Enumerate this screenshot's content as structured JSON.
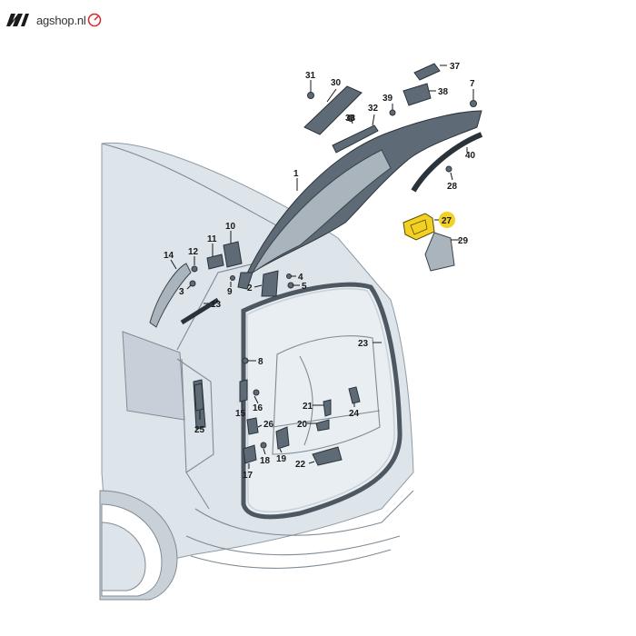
{
  "site": {
    "name": "agshop.nl"
  },
  "colors": {
    "highlight": "#f2d024",
    "logo_red": "#d9232d",
    "part_dark": "#5e6a75",
    "body": "#dde4ea"
  },
  "highlighted_part": "27",
  "labels": [
    {
      "id": "p1",
      "text": "1"
    },
    {
      "id": "p2",
      "text": "2"
    },
    {
      "id": "p3",
      "text": "3"
    },
    {
      "id": "p4",
      "text": "4"
    },
    {
      "id": "p5",
      "text": "5"
    },
    {
      "id": "p7",
      "text": "7"
    },
    {
      "id": "p8",
      "text": "8"
    },
    {
      "id": "p9",
      "text": "9"
    },
    {
      "id": "p10",
      "text": "10"
    },
    {
      "id": "p11",
      "text": "11"
    },
    {
      "id": "p12",
      "text": "12"
    },
    {
      "id": "p13",
      "text": "13"
    },
    {
      "id": "p14",
      "text": "14"
    },
    {
      "id": "p15",
      "text": "15"
    },
    {
      "id": "p16",
      "text": "16"
    },
    {
      "id": "p17",
      "text": "17"
    },
    {
      "id": "p18",
      "text": "18"
    },
    {
      "id": "p19",
      "text": "19"
    },
    {
      "id": "p20",
      "text": "20"
    },
    {
      "id": "p21",
      "text": "21"
    },
    {
      "id": "p22",
      "text": "22"
    },
    {
      "id": "p23",
      "text": "23"
    },
    {
      "id": "p24",
      "text": "24"
    },
    {
      "id": "p25",
      "text": "25"
    },
    {
      "id": "p26",
      "text": "26"
    },
    {
      "id": "p27",
      "text": "27"
    },
    {
      "id": "p28",
      "text": "28"
    },
    {
      "id": "p29",
      "text": "29"
    },
    {
      "id": "p30",
      "text": "30"
    },
    {
      "id": "p31",
      "text": "31"
    },
    {
      "id": "p32",
      "text": "32"
    },
    {
      "id": "p33",
      "text": "33"
    },
    {
      "id": "p37",
      "text": "37"
    },
    {
      "id": "p38",
      "text": "38"
    },
    {
      "id": "p39",
      "text": "39"
    },
    {
      "id": "p40",
      "text": "40"
    }
  ]
}
